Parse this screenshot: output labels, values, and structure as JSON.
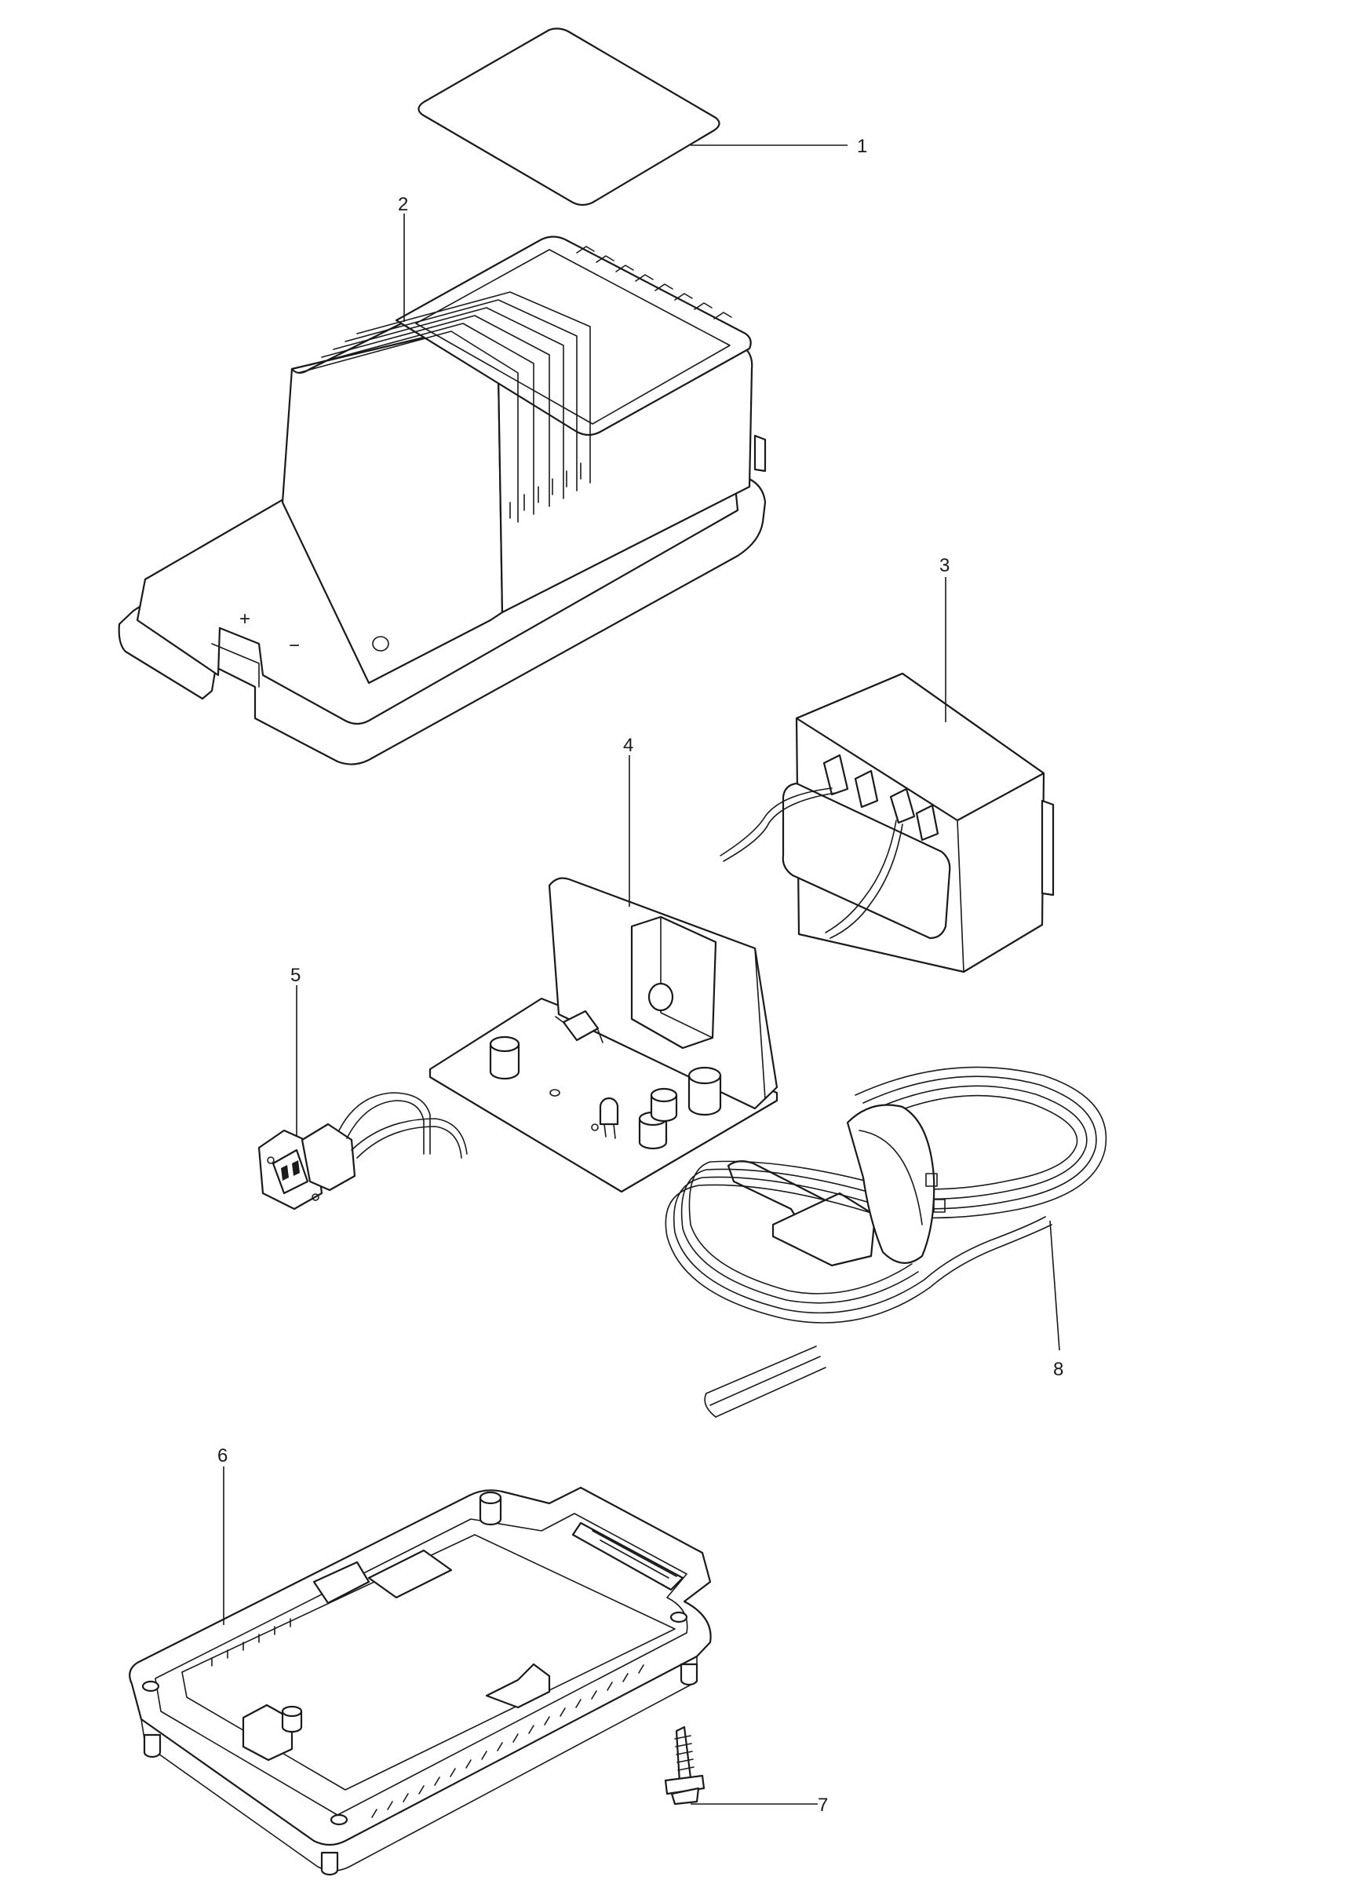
{
  "callouts": [
    {
      "id": "1",
      "icon": "label-plate-icon"
    },
    {
      "id": "2",
      "icon": "housing-top-icon"
    },
    {
      "id": "3",
      "icon": "transformer-icon"
    },
    {
      "id": "4",
      "icon": "circuit-board-icon"
    },
    {
      "id": "5",
      "icon": "terminal-connector-icon"
    },
    {
      "id": "6",
      "icon": "housing-base-icon"
    },
    {
      "id": "7",
      "icon": "tapping-screw-icon"
    },
    {
      "id": "8",
      "icon": "power-cord-icon"
    }
  ],
  "housing_markings": {
    "plus": "+",
    "minus": "−"
  }
}
